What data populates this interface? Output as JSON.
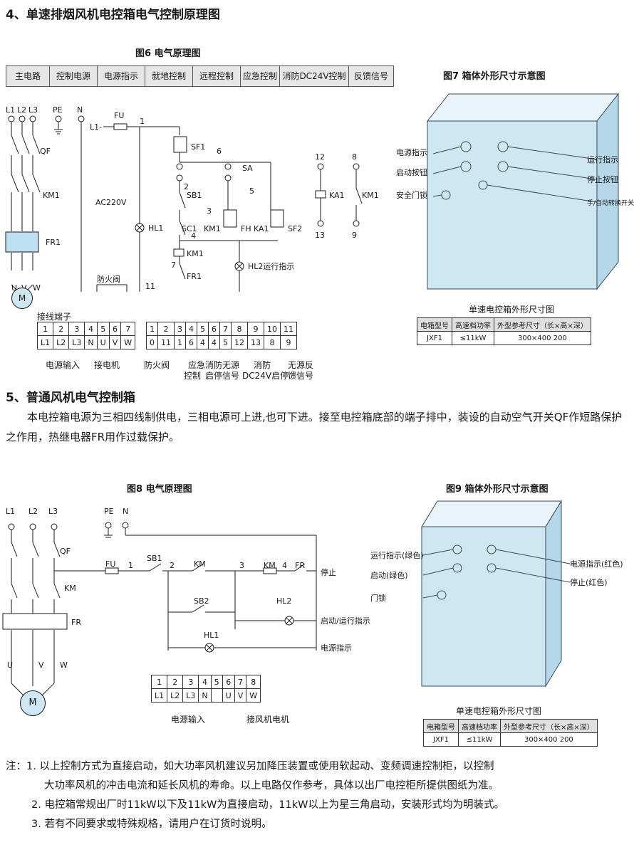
{
  "sec4_title": "4、单速排烟风机电控箱电气控制原理图",
  "fig6_caption": "图6 电气原理图",
  "fig7_caption": "图7 箱体外形尺寸示意图",
  "bar_labels": [
    "主电路",
    "控制电源",
    "电源指示",
    "就地控制",
    "远程控制",
    "应急控制",
    "消防DC24V控制",
    "反馈信号"
  ],
  "d1": {
    "phases": [
      "L1",
      "L2",
      "L3"
    ],
    "pe": "PE",
    "n": "N",
    "qf": "QF",
    "km1": "KM1",
    "fr1": "FR1",
    "uvw": [
      "U",
      "V",
      "W"
    ],
    "motor": "M",
    "fu": "FU",
    "l1": "L1-",
    "ac": "AC220V",
    "fire_valve": "防火阀",
    "sf1": "SF1",
    "sa": "SA",
    "sb1": "SB1",
    "hl1": "HL1",
    "sc1": "SC1",
    "km1c": "KM1",
    "fh": "FH",
    "ka1": "KA1",
    "sf2": "SF2",
    "km1coil": "KM1",
    "fr1c": "FR1",
    "hl2": "HL2运行指示",
    "ka1coil": "KA1",
    "km1r": "KM1",
    "nums": [
      "1",
      "2",
      "3",
      "4",
      "5",
      "6",
      "7",
      "11",
      "12",
      "13",
      "8",
      "9"
    ]
  },
  "term1": {
    "title": "接线端子",
    "top_a": [
      "1",
      "2",
      "3",
      "4",
      "5",
      "6",
      "7"
    ],
    "bot_a": [
      "L1",
      "L2",
      "L3",
      "N",
      "U",
      "V",
      "W"
    ],
    "top_b": [
      "1",
      "2",
      "3",
      "4",
      "5",
      "6",
      "7",
      "8",
      "9",
      "10",
      "11"
    ],
    "bot_b": [
      "0",
      "11",
      "1",
      "6",
      "4",
      "4",
      "5",
      "12",
      "13",
      "8",
      "9"
    ],
    "groups": [
      "电源输入",
      "接电机",
      "防火阀",
      "应急",
      "控制",
      "消防无源",
      "启停信号",
      "消防",
      "DC24V启停",
      "无源反",
      "馈信号"
    ]
  },
  "box1": {
    "labels_left": [
      "电源指示",
      "启动按钮",
      "安全门锁"
    ],
    "labels_right": [
      "运行指示",
      "停止按钮",
      "手/自动转换开关"
    ],
    "table_title": "单速电控箱外形尺寸图",
    "header": [
      "电箱型号",
      "高速档功率",
      "外型参考尺寸（长×高×深）"
    ],
    "row": [
      "JXF1",
      "≤11kW",
      "300×400  200"
    ]
  },
  "sec5_title": "5、普通风机电气控制箱",
  "sec5_para": "　　本电控箱电源为三相四线制供电，三相电源可上进,也可下进。接至电控箱底部的端子排中，装设的自动空气开关QF作短路保护之作用，热继电器FR用作过载保护。",
  "fig8_caption": "图8 电气原理图",
  "fig9_caption": "图9 箱体外形尺寸示意图",
  "d2": {
    "phases": [
      "L1",
      "L2",
      "L3"
    ],
    "pe": "PE",
    "n": "N",
    "qf": "QF",
    "km": "KM",
    "fr": "FR",
    "uvw": [
      "U",
      "V",
      "W"
    ],
    "motor": "M",
    "fu": "FU",
    "sb1": "SB1",
    "sb2": "SB2",
    "kmc": "KM",
    "kmcoil": "KM",
    "frc": "FR",
    "stop": "停止",
    "hl2": "HL2",
    "hl1": "HL1",
    "run_ind": "启动/运行指示",
    "pwr_ind": "电源指示",
    "nums": [
      "1",
      "2",
      "3",
      "4"
    ]
  },
  "term2": {
    "top": [
      "1",
      "2",
      "3",
      "4",
      "5",
      "6",
      "7",
      "8"
    ],
    "bot": [
      "L1",
      "L2",
      "L3",
      "N",
      "",
      "U",
      "V",
      "W"
    ],
    "groups": [
      "电源输入",
      "接风机电机"
    ]
  },
  "box2": {
    "labels_left": [
      "运行指示(绿色)",
      "启动(绿色)",
      "门锁"
    ],
    "labels_right": [
      "电源指示(红色)",
      "停止(红色)"
    ],
    "table_title": "单速电控箱外形尺寸图",
    "header": [
      "电箱型号",
      "高速档功率",
      "外型参考尺寸（长×高×深）"
    ],
    "row": [
      "JXF1",
      "≤11kW",
      "300×400  200"
    ]
  },
  "notes": [
    "注：1. 以上控制方式为直接启动，如大功率风机建议另加降压装置或使用软起动、变频调速控制柜，以控制",
    "大功率风机的冲击电流和延长风机的寿命。以上电路仅作参考，具体以出厂电控柜所提供图纸为准。",
    "2. 电控箱常规出厂时11kW以下及11kW为直接启动，11kW以上为星三角启动，安装形式均为明装式。",
    "3. 若有不同要求或特殊规格，请用户在订货时说明。"
  ],
  "colors": {
    "box_fill": "#cfe6f3",
    "box_border": "#3a4a5a",
    "fr_fill": "#bfe0f2",
    "header_gray": "#e6e6e6"
  }
}
